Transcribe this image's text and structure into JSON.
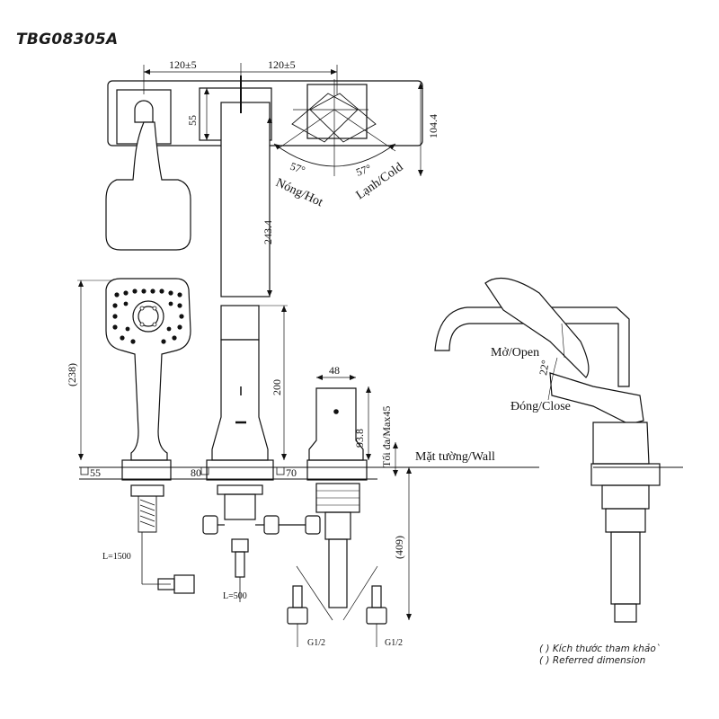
{
  "model": "TBG08305A",
  "dims": {
    "spacing_left": "120±5",
    "spacing_right": "120±5",
    "d55_top": "55",
    "d104": "104.4",
    "d243": "243.4",
    "d238": "(238)",
    "d200": "200",
    "d48": "48",
    "d93": "93.8",
    "d45": "Tối đa/Max45",
    "d409": "(409)",
    "base_55": "55",
    "base_80": "80",
    "base_70": "70",
    "hose_long": "L=1500",
    "hose_short": "L=500",
    "g_left": "G1/2",
    "g_right": "G1/2"
  },
  "labels": {
    "angle_left": "57°",
    "angle_right": "57°",
    "hot": "Nóng/Hot",
    "cold": "Lạnh/Cold",
    "wall": "Mặt tường/Wall",
    "open": "Mở/Open",
    "close": "Đóng/Close",
    "angle_open": "22°"
  },
  "notes": {
    "line1": "( ) Kích thước tham khảo`",
    "line2": "( ) Referred dimension"
  }
}
